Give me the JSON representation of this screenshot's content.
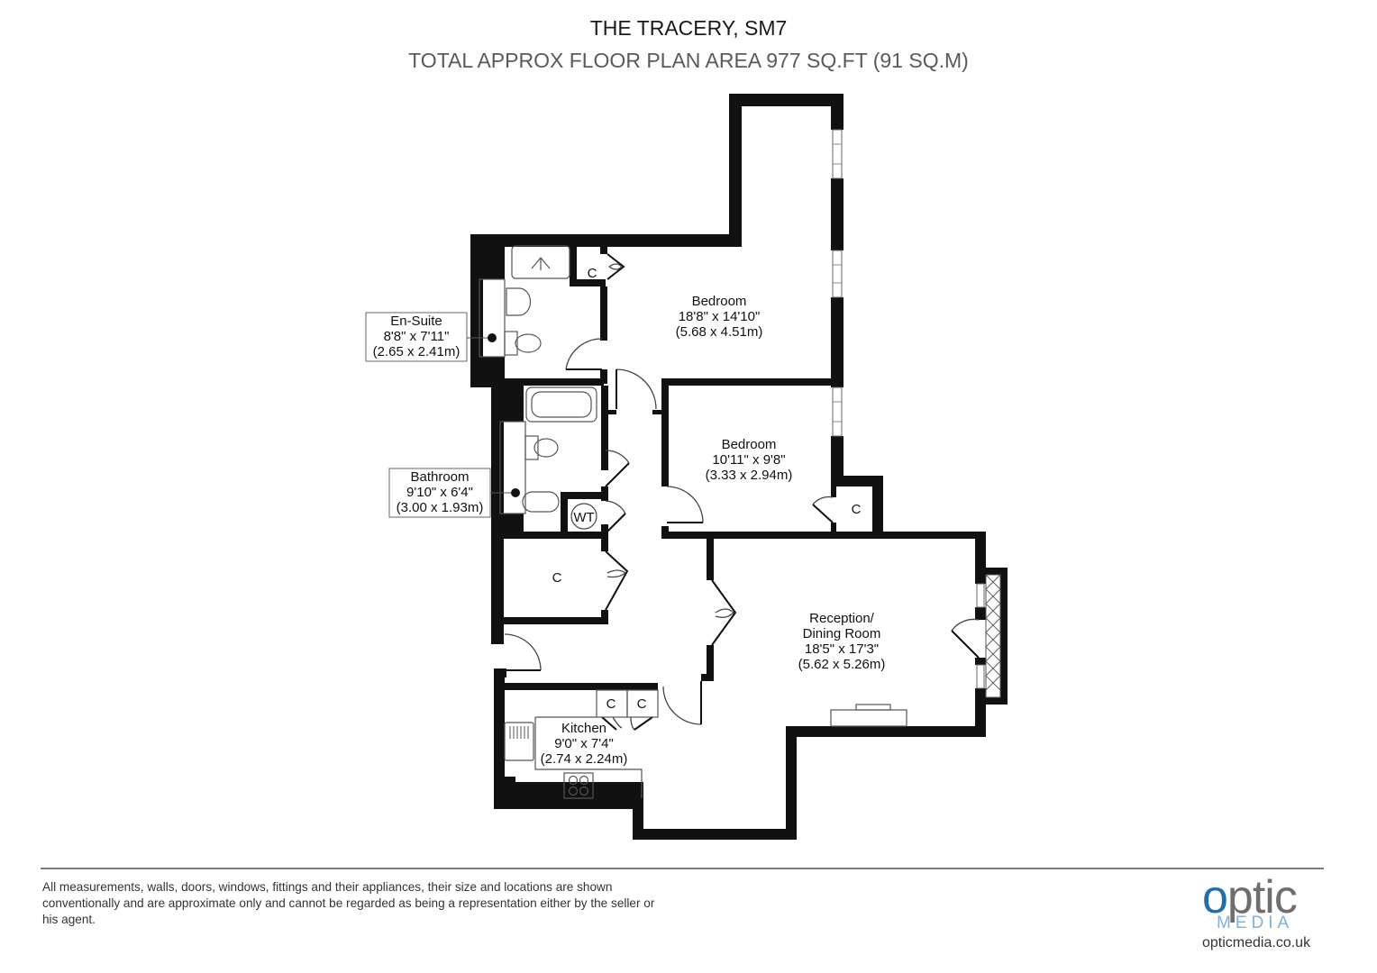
{
  "header": {
    "title": "THE TRACERY, SM7",
    "subtitle": "TOTAL APPROX FLOOR PLAN AREA 977 SQ.FT (91 SQ.M)"
  },
  "rooms": {
    "bedroom1": {
      "name": "Bedroom",
      "imperial": "18'8\" x 14'10\"",
      "metric": "(5.68 x 4.51m)"
    },
    "bedroom2": {
      "name": "Bedroom",
      "imperial": "10'11\" x 9'8\"",
      "metric": "(3.33 x 2.94m)"
    },
    "ensuite": {
      "name": "En-Suite",
      "imperial": "8'8\" x 7'11\"",
      "metric": "(2.65 x 2.41m)"
    },
    "bathroom": {
      "name": "Bathroom",
      "imperial": "9'10\" x 6'4\"",
      "metric": "(3.00 x 1.93m)"
    },
    "reception": {
      "name_line1": "Reception/",
      "name_line2": "Dining Room",
      "imperial": "18'5\" x 17'3\"",
      "metric": "(5.62 x 5.26m)"
    },
    "kitchen": {
      "name": "Kitchen",
      "imperial": "9'0\" x 7'4\"",
      "metric": "(2.74 x 2.24m)"
    }
  },
  "cupboards": {
    "label": "C",
    "water_tank": "WT"
  },
  "footer": {
    "disclaimer": "All measurements, walls, doors, windows, fittings and their appliances, their size and locations are shown conventionally and are approximate only and cannot be regarded as being a representation either by the seller or his agent."
  },
  "logo": {
    "brand_o": "o",
    "brand_rest": "ptic",
    "sub": "MEDIA",
    "url": "opticmedia.co.uk",
    "colors": {
      "blue": "#1e6fb0",
      "grey": "#6e6e6e",
      "light_blue": "#7fb2d8"
    }
  }
}
